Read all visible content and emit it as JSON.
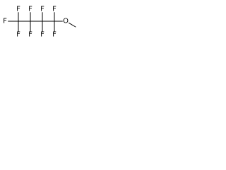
{
  "molecule": {
    "atoms": [
      {
        "id": "c1",
        "element": "C",
        "label": ""
      },
      {
        "id": "c2",
        "element": "C",
        "label": ""
      },
      {
        "id": "c3",
        "element": "C",
        "label": ""
      },
      {
        "id": "c4",
        "element": "C",
        "label": ""
      },
      {
        "id": "f1",
        "element": "F",
        "label": "F"
      },
      {
        "id": "f2",
        "element": "F",
        "label": "F"
      },
      {
        "id": "f3",
        "element": "F",
        "label": "F"
      },
      {
        "id": "f4",
        "element": "F",
        "label": "F"
      },
      {
        "id": "f5",
        "element": "F",
        "label": "F"
      },
      {
        "id": "f6",
        "element": "F",
        "label": "F"
      },
      {
        "id": "f7",
        "element": "F",
        "label": "F"
      },
      {
        "id": "f8",
        "element": "F",
        "label": "F"
      },
      {
        "id": "f9",
        "element": "F",
        "label": "F"
      },
      {
        "id": "o1",
        "element": "O",
        "label": "O"
      }
    ],
    "bonds": [
      [
        "c1",
        "c2"
      ],
      [
        "c2",
        "c3"
      ],
      [
        "c3",
        "c4"
      ],
      [
        "c4",
        "o1"
      ],
      [
        "c1",
        "f1"
      ],
      [
        "c1",
        "f2"
      ],
      [
        "c1",
        "f3"
      ],
      [
        "c2",
        "f4"
      ],
      [
        "c2",
        "f5"
      ],
      [
        "c3",
        "f6"
      ],
      [
        "c3",
        "f7"
      ],
      [
        "c4",
        "f8"
      ],
      [
        "c4",
        "f9"
      ]
    ],
    "colors": {
      "bond": "#000000",
      "label": "#000000",
      "background": "#ffffff"
    }
  }
}
